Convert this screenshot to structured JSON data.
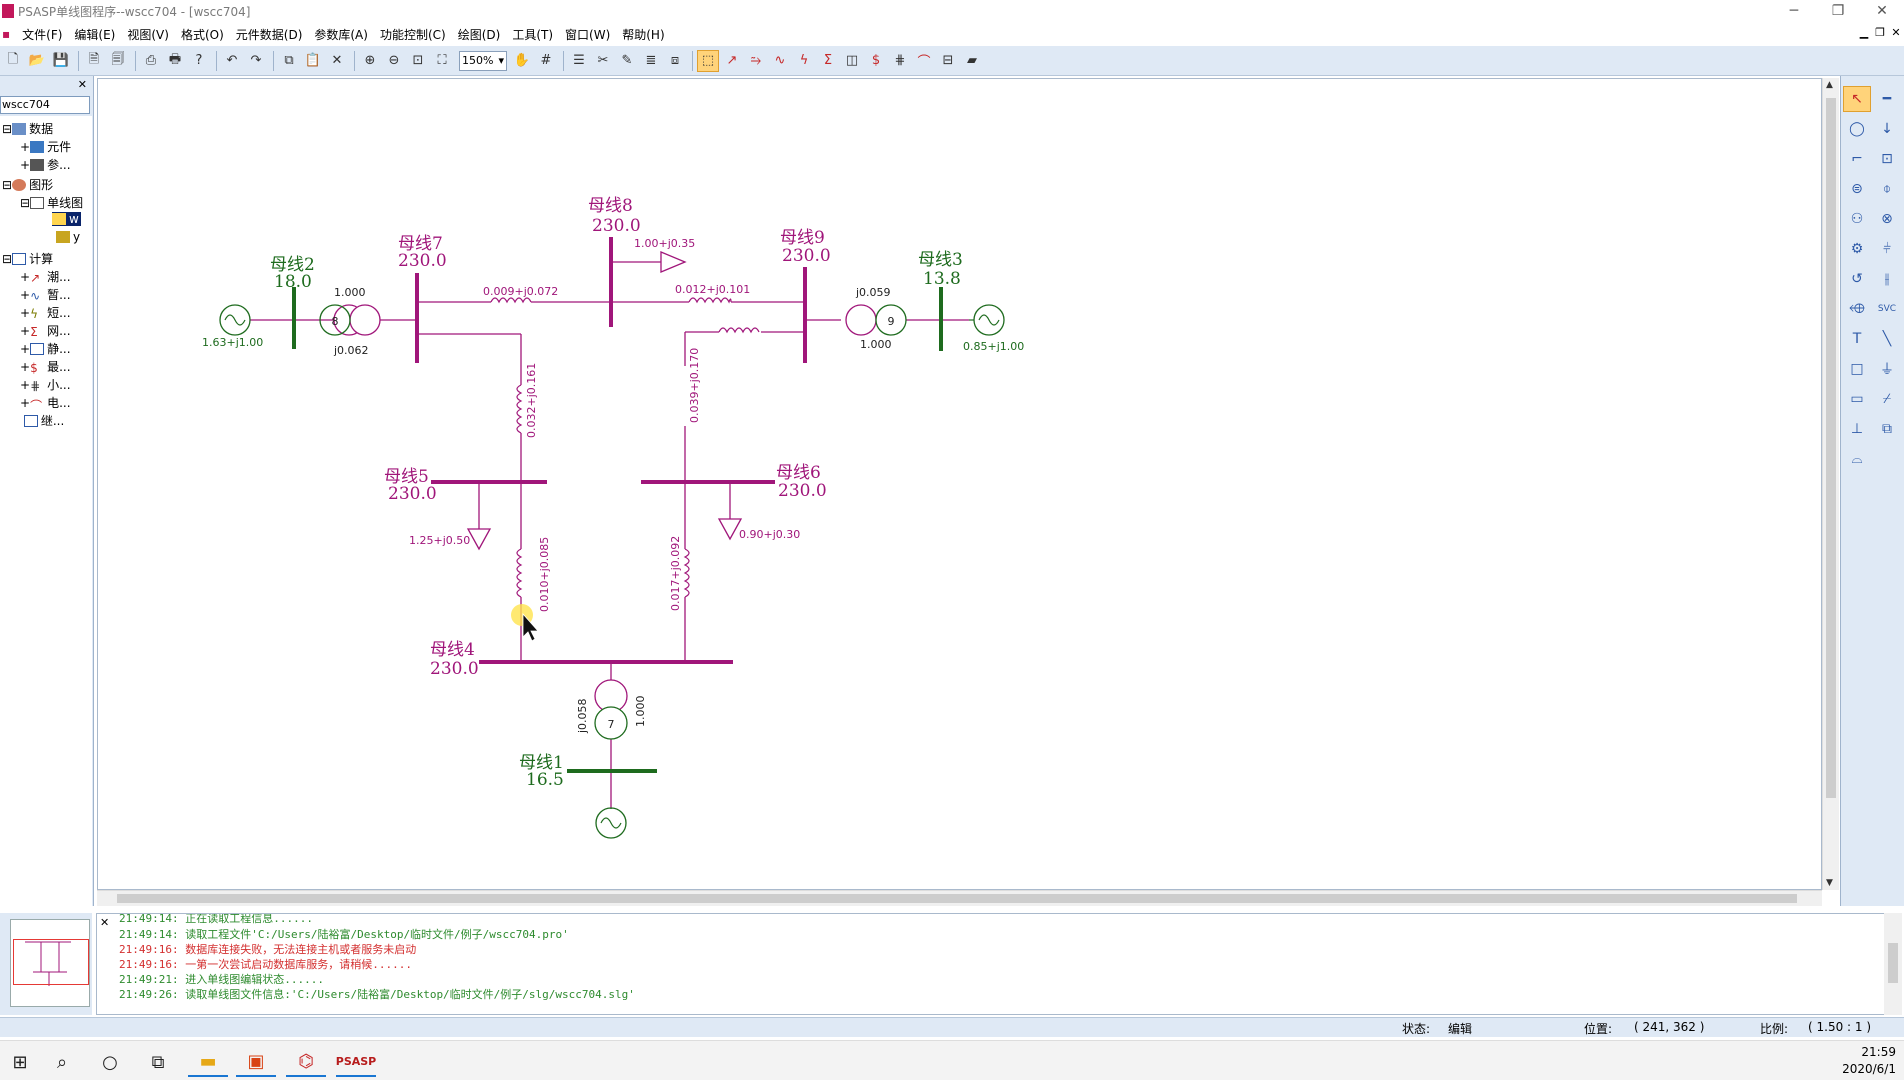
{
  "window": {
    "title": "PSASP单线图程序--wscc704 - [wscc704]"
  },
  "menu": [
    "文件(F)",
    "编辑(E)",
    "视图(V)",
    "格式(O)",
    "元件数据(D)",
    "参数库(A)",
    "功能控制(C)",
    "绘图(D)",
    "工具(T)",
    "窗口(W)",
    "帮助(H)"
  ],
  "toolbar": {
    "zoom_value": "150%"
  },
  "tree": {
    "project": "wscc704",
    "items": [
      {
        "label": "数据"
      },
      {
        "label": "元件"
      },
      {
        "label": "参..."
      },
      {
        "label": "图形"
      },
      {
        "label": "单线图"
      },
      {
        "label": "w"
      },
      {
        "label": "y"
      },
      {
        "label": "计算"
      },
      {
        "label": "潮..."
      },
      {
        "label": "暂..."
      },
      {
        "label": "短..."
      },
      {
        "label": "网..."
      },
      {
        "label": "静..."
      },
      {
        "label": "最..."
      },
      {
        "label": "小..."
      },
      {
        "label": "电..."
      },
      {
        "label": "继..."
      }
    ]
  },
  "diagram": {
    "colors": {
      "bus_magenta": "#a0167a",
      "bus_green": "#1e6b1e",
      "line": "#a0167a",
      "gen": "#1e6b1e"
    },
    "buses": {
      "bus2": {
        "name": "母线2",
        "kv": "18.0"
      },
      "bus7": {
        "name": "母线7",
        "kv": "230.0"
      },
      "bus8": {
        "name": "母线8",
        "kv": "230.0"
      },
      "bus9": {
        "name": "母线9",
        "kv": "230.0"
      },
      "bus3": {
        "name": "母线3",
        "kv": "13.8"
      },
      "bus5": {
        "name": "母线5",
        "kv": "230.0"
      },
      "bus6": {
        "name": "母线6",
        "kv": "230.0"
      },
      "bus4": {
        "name": "母线4",
        "kv": "230.0"
      },
      "bus1": {
        "name": "母线1",
        "kv": "16.5"
      }
    },
    "gens": {
      "g2": "1.63+j1.00",
      "g3": "0.85+j1.00"
    },
    "transformers": {
      "t8": {
        "num": "8",
        "ratio": "1.000",
        "x": "j0.062"
      },
      "t9": {
        "num": "9",
        "ratio": "1.000",
        "x": "j0.059"
      },
      "t7": {
        "num": "7",
        "ratio": "1.000",
        "x": "j0.058"
      }
    },
    "lines": {
      "l78": "0.009+j0.072",
      "l89": "0.012+j0.101",
      "l75": "0.032+j0.161",
      "l96": "0.039+j0.170",
      "l54": "0.010+j0.085",
      "l64": "0.017+j0.092"
    },
    "loads": {
      "ld8": "1.00+j0.35",
      "ld5": "1.25+j0.50",
      "ld6": "0.90+j0.30"
    }
  },
  "log": [
    {
      "time": "21:49:14:",
      "text": "正在读取工程信息......",
      "color": "green"
    },
    {
      "time": "21:49:14:",
      "text": "读取工程文件'C:/Users/陆裕富/Desktop/临时文件/例子/wscc704.pro'",
      "color": "green"
    },
    {
      "time": "21:49:16:",
      "text": "数据库连接失败，无法连接主机或者服务未启动",
      "color": "red"
    },
    {
      "time": "21:49:16:",
      "text": "一第一次尝试启动数据库服务，请稍候......",
      "color": "red"
    },
    {
      "time": "21:49:21:",
      "text": "进入单线图编辑状态......",
      "color": "green"
    },
    {
      "time": "21:49:26:",
      "text": "读取单线图文件信息:'C:/Users/陆裕富/Desktop/临时文件/例子/slg/wscc704.slg'",
      "color": "green"
    }
  ],
  "status": {
    "state_label": "状态:",
    "state_value": "编辑",
    "pos_label": "位置:",
    "pos_value": "( 241, 362 )",
    "scale_label": "比例:",
    "scale_value": "( 1.50 : 1 )"
  },
  "clock": {
    "time": "21:59",
    "date": "2020/6/1"
  }
}
